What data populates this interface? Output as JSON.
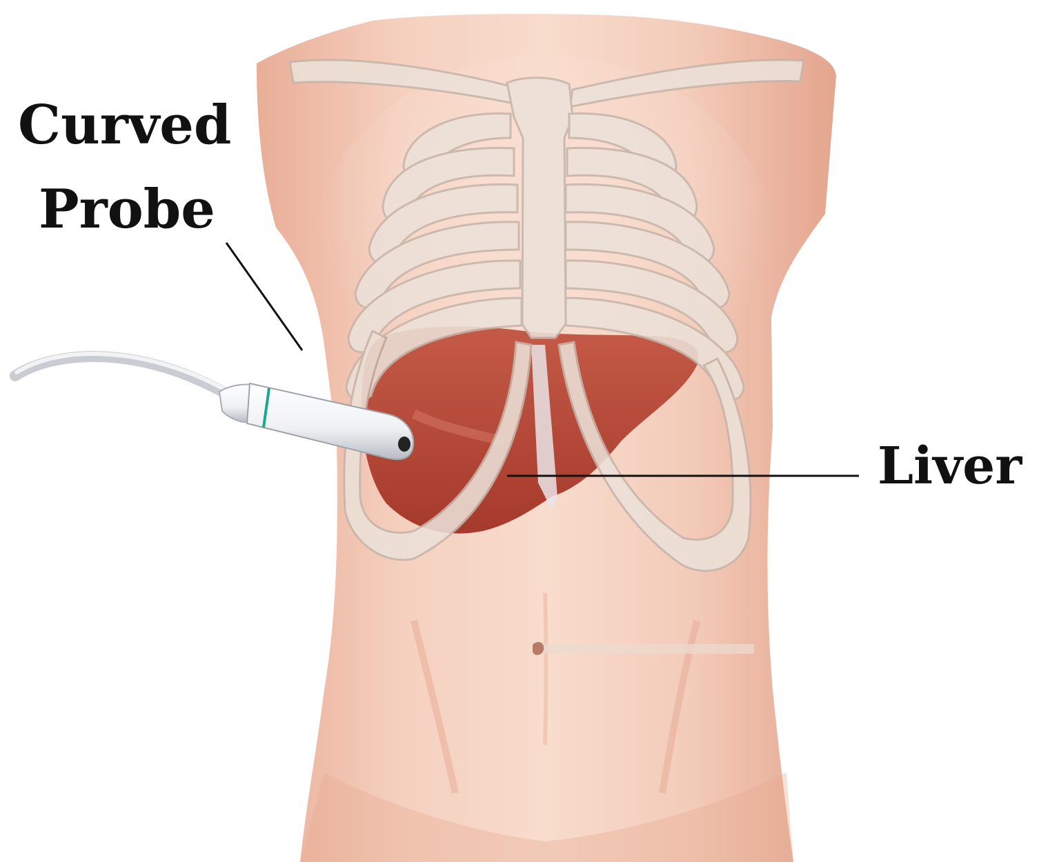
{
  "labels": {
    "probe_line1": "Curved",
    "probe_line2": "Probe",
    "liver": "Liver"
  },
  "colors": {
    "background": "#ffffff",
    "skin_light": "#f6d4c4",
    "skin_mid": "#eab29b",
    "skin_shadow": "#d99a85",
    "bone": "#ece1d8",
    "bone_outline": "#c7b5aa",
    "liver": "#b84a3a",
    "liver_light": "#cf6a57",
    "probe_body": "#f4f5f7",
    "probe_shadow": "#b9bcc2",
    "probe_band": "#1aa88f",
    "leader_line": "#111111"
  },
  "icons": {
    "probe": "ultrasound-curved-probe-icon"
  }
}
